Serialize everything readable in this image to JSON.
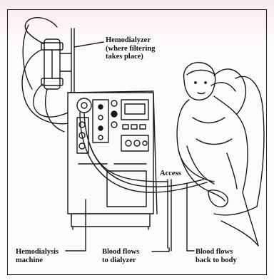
{
  "labels": {
    "dialyzer": "Hemodialyzer\n(where filtering\ntakes place)",
    "access": "Access",
    "machine": "Hemodialysis\nmachine",
    "blood_to": "Blood flows\nto dialyzer",
    "blood_back": "Blood flows\nback to body"
  }
}
